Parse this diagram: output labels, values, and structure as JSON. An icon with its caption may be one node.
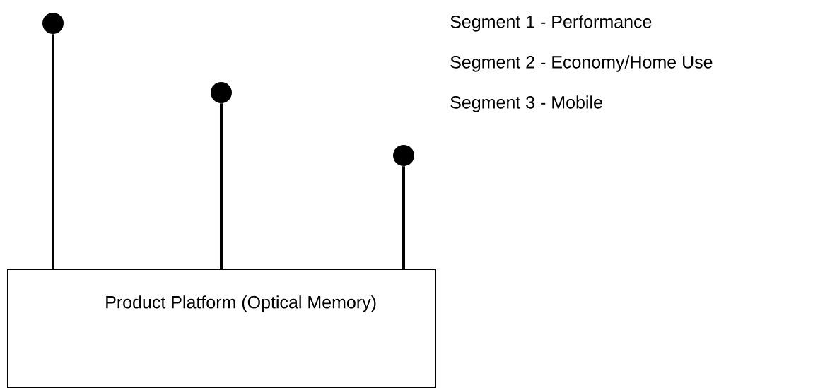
{
  "diagram": {
    "nodes": [
      {
        "text": [
          "Product Platform (Optical Memory)"
        ]
      },
      {
        "text": [],
        "shape": "circle"
      },
      {
        "text": [],
        "shape": "circle"
      },
      {
        "text": [],
        "shape": "circle"
      }
    ],
    "edges": [
      {
        "from": 0,
        "to": 1,
        "arrow": "none"
      },
      {
        "from": 0,
        "to": 2,
        "arrow": "none"
      },
      {
        "from": 0,
        "to": 3,
        "arrow": "none"
      }
    ],
    "labels": [
      "Segment 1 - Performance",
      "Segment 2 - Economy/Home Use",
      "Segment 3 - Mobile"
    ]
  }
}
